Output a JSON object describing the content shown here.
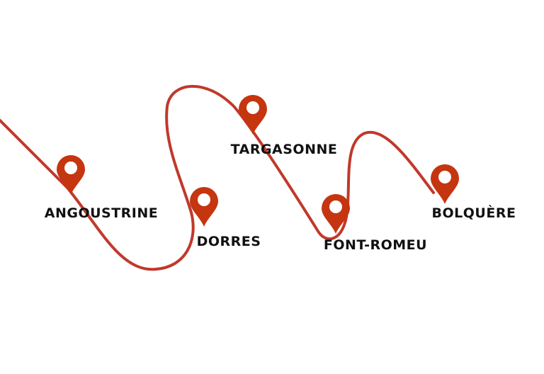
{
  "colors": {
    "route": "#c0392b",
    "pin": "#c5350f",
    "text": "#111111"
  },
  "stops": [
    {
      "name": "ANGOUSTRINE",
      "icon": "map-pin-icon"
    },
    {
      "name": "DORRES",
      "icon": "map-pin-icon"
    },
    {
      "name": "TARGASONNE",
      "icon": "map-pin-icon"
    },
    {
      "name": "FONT-ROMEU",
      "icon": "map-pin-icon"
    },
    {
      "name": "BOLQUÈRE",
      "icon": "map-pin-icon"
    }
  ]
}
